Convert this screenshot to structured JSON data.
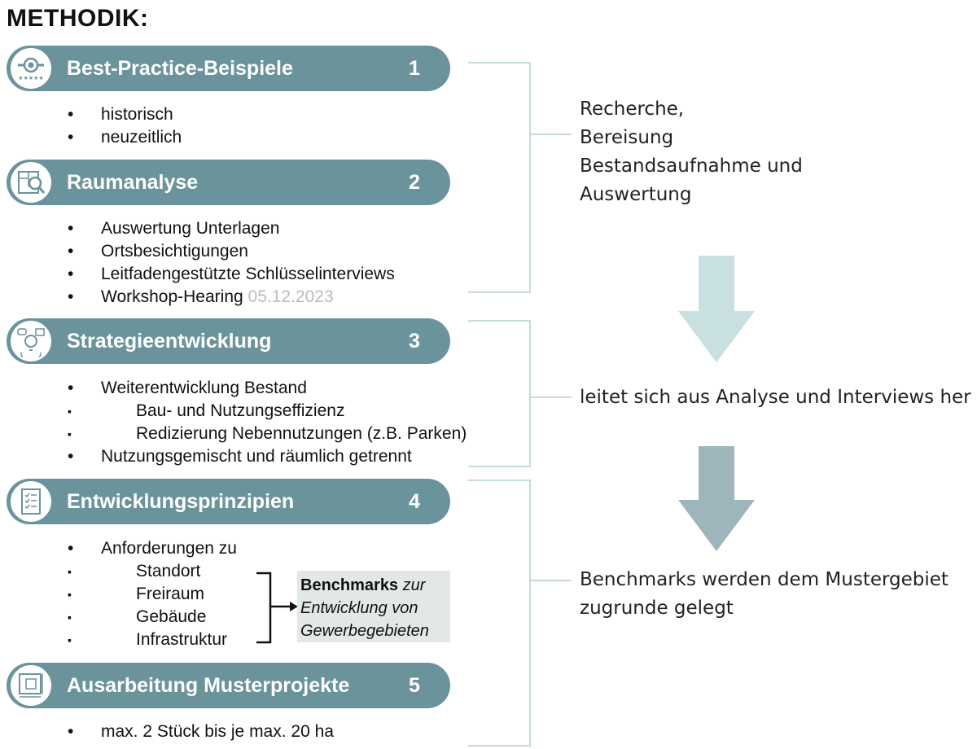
{
  "title": "METHODIK:",
  "steps": [
    {
      "label": "Best-Practice-Beispiele",
      "number": "1",
      "icon": "award-badge-icon",
      "bullets": [
        {
          "text": "historisch"
        },
        {
          "text": "neuzeitlich"
        }
      ]
    },
    {
      "label": "Raumanalyse",
      "number": "2",
      "icon": "map-magnifier-icon",
      "bullets": [
        {
          "text": "Auswertung Unterlagen"
        },
        {
          "text": "Ortsbesichtigungen"
        },
        {
          "text": "Leitfadengestützte Schlüsselinterviews"
        },
        {
          "text": "Workshop-Hearing",
          "date": "05.12.2023"
        }
      ]
    },
    {
      "label": "Strategieentwicklung",
      "number": "3",
      "icon": "idea-bulb-icon",
      "bullets": [
        {
          "text": "Weiterentwicklung Bestand"
        },
        {
          "text": "Bau- und Nutzungseffizienz",
          "level": 2
        },
        {
          "text": "Redizierung Nebennutzungen (z.B. Parken)",
          "level": 2
        },
        {
          "text": "Nutzungsgemischt und räumlich getrennt"
        }
      ]
    },
    {
      "label": "Entwicklungsprinzipien",
      "number": "4",
      "icon": "checklist-icon",
      "bullets": [
        {
          "text": "Anforderungen zu"
        },
        {
          "text": "Standort",
          "level": 2
        },
        {
          "text": "Freiraum",
          "level": 2
        },
        {
          "text": "Gebäude",
          "level": 2
        },
        {
          "text": "Infrastruktur",
          "level": 2
        }
      ]
    },
    {
      "label": "Ausarbeitung Musterprojekte",
      "number": "5",
      "icon": "blueprint-icon",
      "bullets": [
        {
          "text": "max. 2 Stück bis je max. 20 ha"
        }
      ]
    }
  ],
  "bullet_symbol": "•",
  "sub_bullet_symbol": "▪",
  "benchmark_box": {
    "bold": "Benchmarks",
    "italic_1": "zur",
    "italic_2": "Entwicklung von",
    "italic_3": "Gewerbegebieten"
  },
  "right_notes": {
    "note1": [
      "Recherche,",
      "Bereisung",
      "Bestandsaufnahme und",
      "Auswertung"
    ],
    "note2": "leitet sich aus Analyse und Interviews her",
    "note3": [
      "Benchmarks werden dem Mustergebiet",
      "zugrunde gelegt"
    ]
  },
  "colors": {
    "bar": "#6b939c",
    "bracket": "#c6dcdc",
    "arrow1": "#c8e0e0",
    "arrow2": "#9eb6bb",
    "box": "#e2e8e8"
  }
}
